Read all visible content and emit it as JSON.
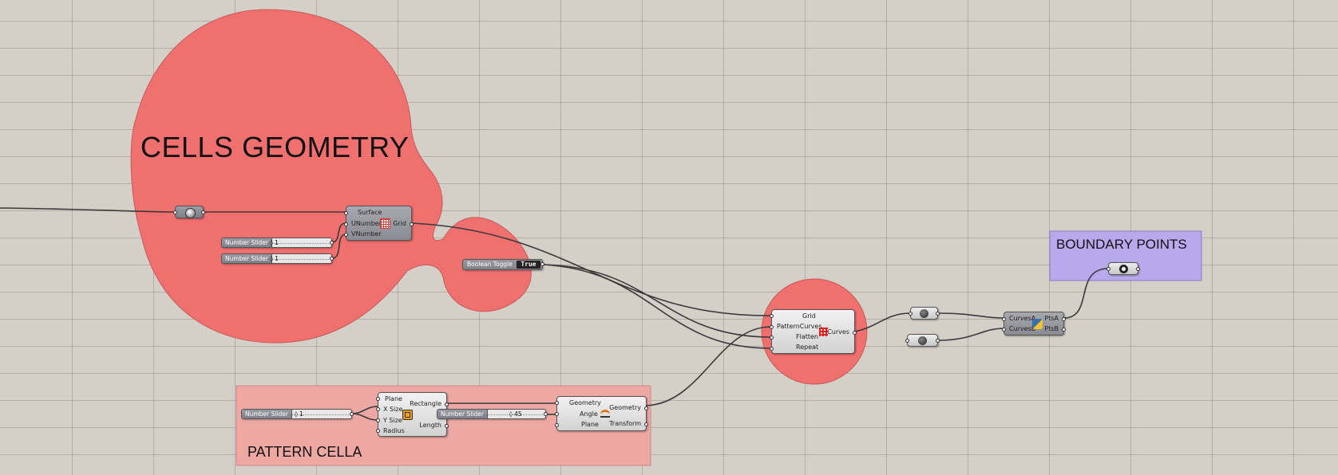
{
  "groups": {
    "cells_geometry": {
      "label": "CELLS GEOMETRY",
      "color": "#f07070"
    },
    "pattern_cella": {
      "label": "PATTERN CELLA",
      "color": "#eea8a4"
    },
    "boundary_points": {
      "label": "BOUNDARY POINTS",
      "color": "#b8a8ec"
    }
  },
  "surface_grid": {
    "inputs": [
      "Surface",
      "UNumber",
      "VNumber"
    ],
    "outputs": [
      "Grid"
    ],
    "icon": "grid-icon"
  },
  "sliders": {
    "u": {
      "name": "Number Slider",
      "value": "1"
    },
    "v": {
      "name": "Number Slider",
      "value": "1"
    },
    "size": {
      "name": "Number Slider",
      "value": "1"
    },
    "angle": {
      "name": "Number Slider",
      "value": "45"
    }
  },
  "boolean_toggle": {
    "name": "Boolean Toggle",
    "value": "True"
  },
  "rectangle": {
    "inputs": [
      "Plane",
      "X Size",
      "Y Size",
      "Radius"
    ],
    "outputs": [
      "Rectangle",
      "Length"
    ],
    "icon": "rectangle-icon"
  },
  "rotate": {
    "inputs": [
      "Geometry",
      "Angle",
      "Plane"
    ],
    "outputs": [
      "Geometry",
      "Transform"
    ],
    "icon": "rotate-icon"
  },
  "pattern": {
    "inputs": [
      "Grid",
      "PatternCurves",
      "Flatten",
      "Repeat"
    ],
    "outputs": [
      "Curves"
    ],
    "icon": "pattern-grid-icon"
  },
  "python": {
    "inputs": [
      "CurvesA",
      "CurvesB"
    ],
    "outputs": [
      "PtsA",
      "PtsB"
    ],
    "icon": "python-icon"
  },
  "params": {
    "surface": "surface-param-icon",
    "curve_a": "curve-param-icon",
    "curve_b": "curve-param-icon",
    "points": "point-param-icon"
  },
  "colors": {
    "canvas": "#d4d0c8",
    "wire": "#3a3a3a"
  }
}
